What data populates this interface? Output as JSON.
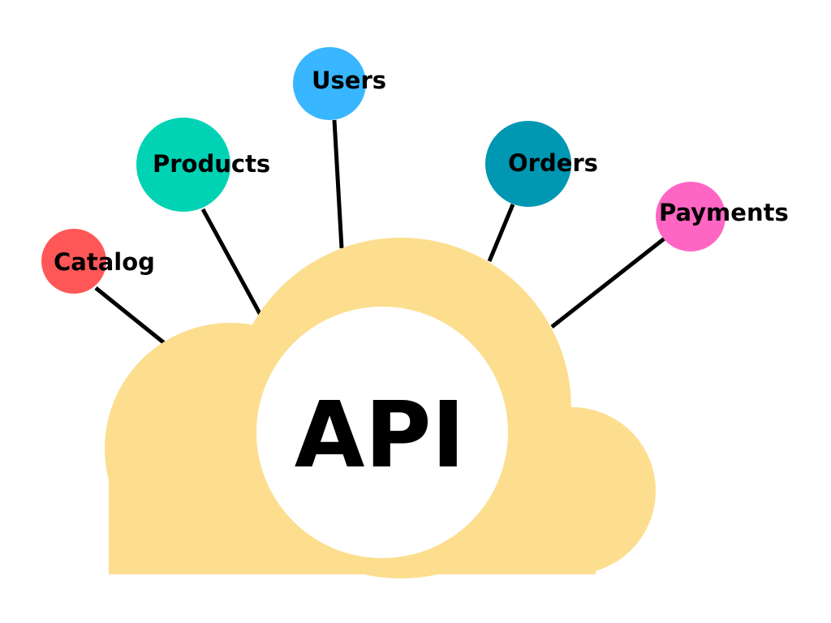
{
  "diagram": {
    "center": {
      "label": "API",
      "cloud_color": "#FCDE8E",
      "inner_color": "#FFFFFF"
    },
    "connector_color": "#000000",
    "nodes": [
      {
        "id": "catalog",
        "label": "Catalog",
        "color": "#FF5757"
      },
      {
        "id": "products",
        "label": "Products",
        "color": "#00D2B4"
      },
      {
        "id": "users",
        "label": "Users",
        "color": "#38B6FF"
      },
      {
        "id": "orders",
        "label": "Orders",
        "color": "#0097B2"
      },
      {
        "id": "payments",
        "label": "Payments",
        "color": "#FF66C4"
      }
    ]
  }
}
